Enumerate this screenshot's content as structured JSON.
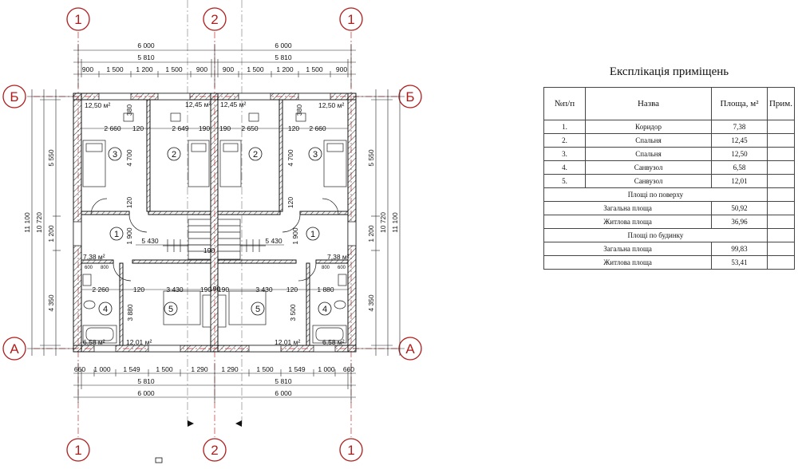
{
  "axes": {
    "col1": "1",
    "col2": "2",
    "col3": "1",
    "rowB": "Б",
    "rowA": "А"
  },
  "dims_top": {
    "overall": [
      "6 000",
      "6 000"
    ],
    "inner": [
      "5 810",
      "5 810"
    ],
    "segments": [
      "900",
      "1 500",
      "1 200",
      "1 500",
      "900",
      "900",
      "1 500",
      "1 200",
      "1 500",
      "900"
    ]
  },
  "dims_bottom": {
    "segments": [
      "660",
      "1 000",
      "1 549",
      "1 500",
      "1 290",
      "1 290",
      "1 500",
      "1 549",
      "1 000",
      "660"
    ],
    "inner": [
      "5 810",
      "5 810"
    ],
    "overall": [
      "6 000",
      "6 000"
    ]
  },
  "dims_left": [
    "11 100",
    "10 720",
    "5 550",
    "1 200",
    "4 350"
  ],
  "dims_right": [
    "5 550",
    "1 200",
    "4 350",
    "10 720",
    "11 100"
  ],
  "rooms": {
    "r3a": "3",
    "r2a": "2",
    "r2b": "2",
    "r3b": "3",
    "r1a": "1",
    "r1b": "1",
    "r4a": "4",
    "r5a": "5",
    "r5b": "5",
    "r4b": "4"
  },
  "areas": {
    "a1": "12,50 м²",
    "a2": "12,45 м²",
    "a3": "12,45 м²",
    "a4": "12,50 м²",
    "a5": "7,38 м²",
    "a6": "7,38 м²",
    "a7": "6,58 м²",
    "a8": "12,01 м²",
    "a9": "12,01 м²",
    "a10": "6,58 м²"
  },
  "inner_dims": {
    "d1": "2 660",
    "d2": "120",
    "d3": "2 649",
    "d4": "190",
    "d5": "190",
    "d6": "2 650",
    "d7": "120",
    "d8": "2 660",
    "d9": "380",
    "d10": "380",
    "d11": "4 700",
    "d12": "4 700",
    "d13": "120",
    "d14": "120",
    "d15": "5 430",
    "d16": "5 430",
    "d17": "1 900",
    "d18": "1 900",
    "d19": "190",
    "d20": "2 260",
    "d21": "120",
    "d22": "3 430",
    "d23": "190",
    "d24": "190",
    "d25": "3 430",
    "d26": "120",
    "d27": "1 880",
    "d28": "3 880",
    "d29": "3 500",
    "d30": "600",
    "d31": "800",
    "d32": "600",
    "d33": "800",
    "d34": "190"
  },
  "explication": {
    "title": "Експлікація приміщень",
    "headers": [
      "№п/п",
      "Назва",
      "Площа, м²",
      "Прим."
    ],
    "rows": [
      {
        "n": "1.",
        "name": "Коридор",
        "area": "7,38",
        "note": ""
      },
      {
        "n": "2.",
        "name": "Спальня",
        "area": "12,45",
        "note": ""
      },
      {
        "n": "3.",
        "name": "Спальня",
        "area": "12,50",
        "note": ""
      },
      {
        "n": "4.",
        "name": "Санвузол",
        "area": "6,58",
        "note": ""
      },
      {
        "n": "5.",
        "name": "Санвузол",
        "area": "12,01",
        "note": ""
      }
    ],
    "floor_section": "Площі по поверху",
    "floor_total_label": "Загальна площа",
    "floor_total": "50,92",
    "floor_living_label": "Житлова площа",
    "floor_living": "36,96",
    "house_section": "Площі по будинку",
    "house_total_label": "Загальна площа",
    "house_total": "99,83",
    "house_living_label": "Житлова площа",
    "house_living": "53,41"
  }
}
